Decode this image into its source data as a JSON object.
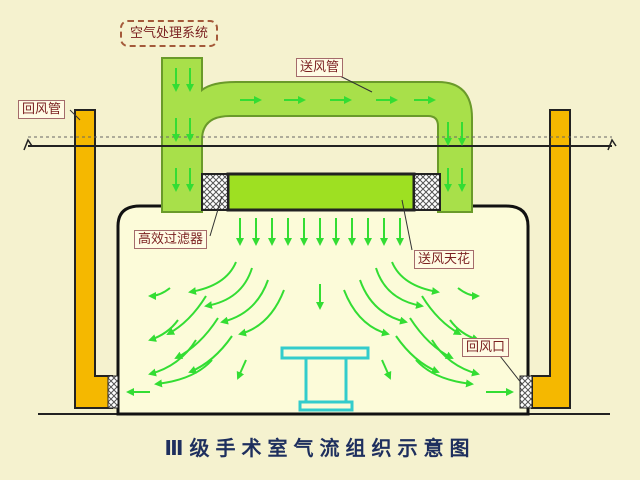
{
  "labels": {
    "ac_system": "空气处理系统",
    "supply_duct": "送风管",
    "return_duct": "回风管",
    "hepa_filter": "高效过滤器",
    "supply_ceiling": "送风天花",
    "return_vent": "回风口"
  },
  "caption": "Ⅲ级手术室气流组织示意图",
  "colors": {
    "background": "#f5f2cf",
    "duct_green": "#a8e04a",
    "ceiling_green": "#9ee022",
    "return_yellow": "#f5b800",
    "arrow_green": "#33dd33",
    "room_fill": "#fcfbd9",
    "table_cyan": "#33cccc"
  }
}
